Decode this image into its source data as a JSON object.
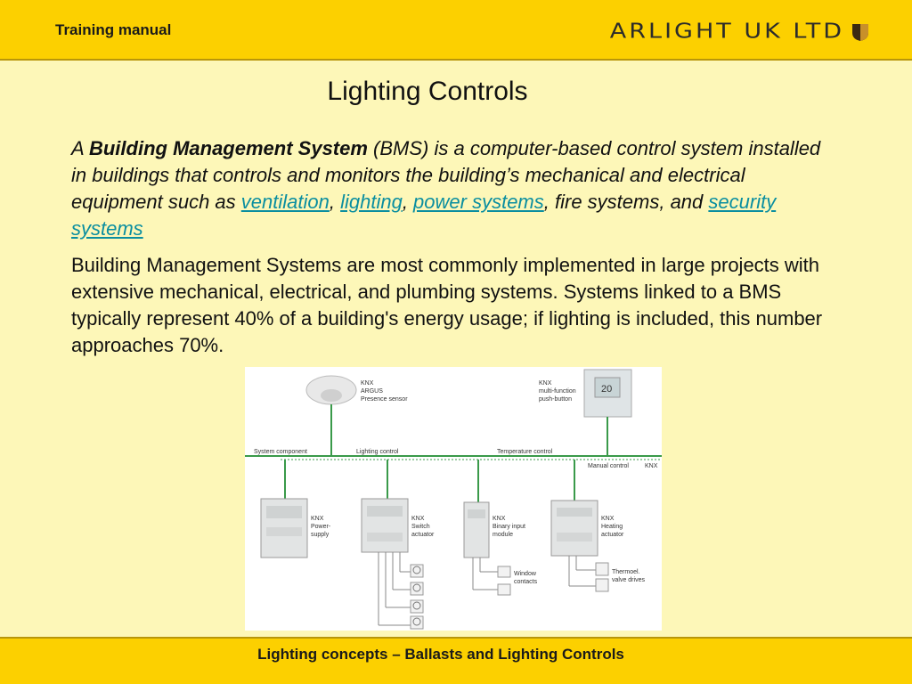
{
  "header": {
    "left_label": "Training manual",
    "logo_text": "ARLIGHT UK LTD",
    "logo_icon": "shield-icon"
  },
  "title": "Lighting Controls",
  "paragraph1": {
    "prefix": "A ",
    "bold": "Building Management System",
    "text1": " (BMS) is a computer-based control system installed in buildings that controls and monitors the building’s mechanical and electrical equipment such as ",
    "link_ventilation": "ventilation",
    "sep1": ", ",
    "link_lighting": "lighting",
    "sep2": ", ",
    "link_power": "power systems",
    "text2": ", fire systems, and ",
    "link_security": "security systems"
  },
  "paragraph2": "Building Management Systems are most commonly implemented in large projects with extensive mechanical, electrical, and plumbing systems. Systems linked to a BMS typically represent 40% of a building's energy usage; if lighting is included, this number approaches 70%.",
  "diagram": {
    "sensor_label": [
      "KNX",
      "ARGUS",
      "Presence sensor"
    ],
    "pushbutton_label": [
      "KNX",
      "multi-function",
      "push-button"
    ],
    "pushbutton_display": "20",
    "bus_labels": {
      "system": "System component",
      "lighting": "Lighting control",
      "temperature": "Temperature control",
      "manual": "Manual control",
      "knx": "KNX"
    },
    "devices": [
      [
        "KNX",
        "Power-",
        "supply"
      ],
      [
        "KNX",
        "Switch",
        "actuator"
      ],
      [
        "KNX",
        "Binary input",
        "module"
      ],
      [
        "KNX",
        "Heating",
        "actuator"
      ]
    ],
    "window_label": [
      "Window",
      "contacts"
    ],
    "valve_label": [
      "Thermoel.",
      "valve drives"
    ]
  },
  "footer": "Lighting concepts – Ballasts and Lighting Controls",
  "colors": {
    "background": "#fdf7b8",
    "bar": "#fcd000",
    "link": "#0a8ea0",
    "bus_line": "#3a9a4a"
  }
}
